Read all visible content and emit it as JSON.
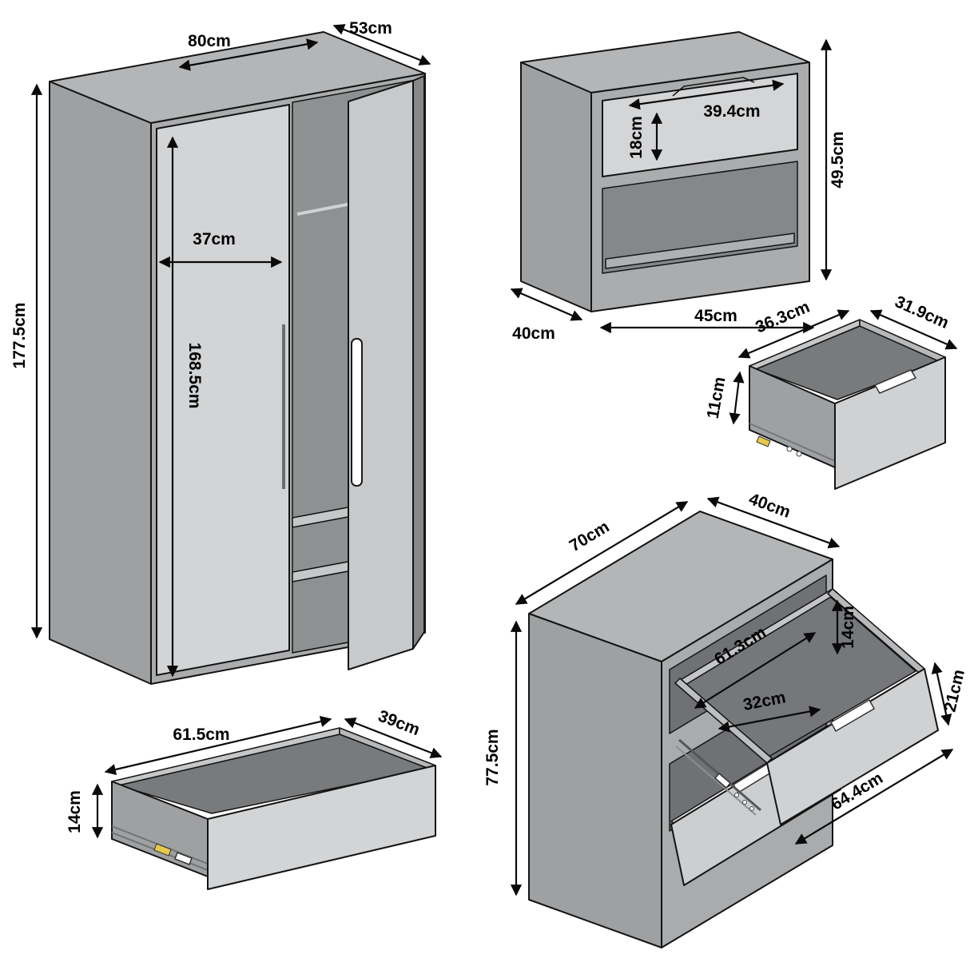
{
  "title": "Furniture dimensions diagram",
  "units": "cm",
  "palette": {
    "outline": "#141414",
    "top_face": "#b3b5b7",
    "side_face": "#9ea0a2",
    "front_face": "#aaacae",
    "door_face": "#d3d4d6",
    "drawer_panel": "#cfd1d3",
    "interior": "#787a7c",
    "shelf": "#c6c7c9",
    "handle_white": "#ffffff",
    "hardware_yellow": "#e8c84a"
  },
  "wardrobe": {
    "name": "wardrobe",
    "width": "80cm",
    "depth": "53cm",
    "height": "177.5cm",
    "door_width": "37cm",
    "door_height": "168.5cm"
  },
  "nightstand": {
    "name": "nightstand",
    "drawer_inner_width": "39.4cm",
    "drawer_inner_height": "18cm",
    "height": "49.5cm",
    "depth": "40cm",
    "width": "45cm"
  },
  "small_drawer": {
    "name": "small-drawer",
    "width": "36.3cm",
    "depth": "31.9cm",
    "height": "11cm"
  },
  "large_drawer": {
    "name": "large-drawer",
    "width": "61.5cm",
    "depth": "39cm",
    "height": "14cm"
  },
  "chest": {
    "name": "chest-of-drawers",
    "width": "70cm",
    "depth": "40cm",
    "drawer_inner_width": "61.3cm",
    "drawer_inner_depth": "32cm",
    "drawer_inner_height": "14cm",
    "drawer_front_height": "21cm",
    "height": "77.5cm",
    "drawer_front_width": "64.4cm"
  }
}
